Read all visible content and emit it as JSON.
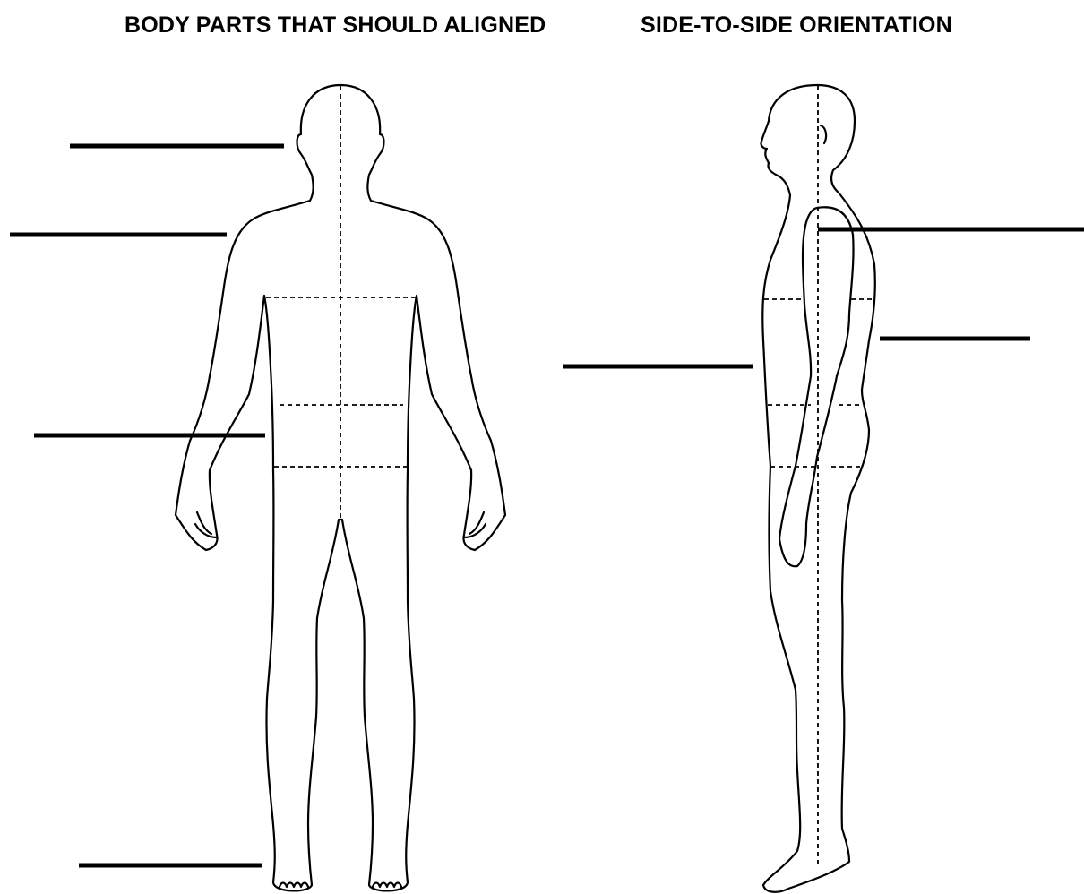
{
  "titles": {
    "left": "BODY PARTS THAT SHOULD ALIGNED",
    "right": "SIDE-TO-SIDE ORIENTATION"
  },
  "figures": {
    "front": "front-view-body-outline",
    "side": "side-view-body-outline"
  },
  "answer_blanks": {
    "front_view_count": 4,
    "side_view_count": 3
  },
  "colors": {
    "background": "#ffffff",
    "ink": "#000000"
  }
}
